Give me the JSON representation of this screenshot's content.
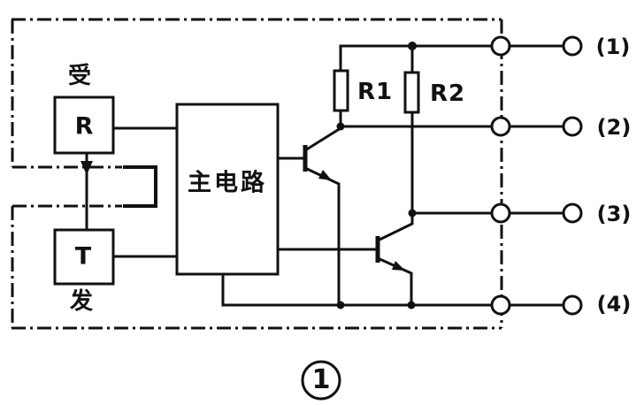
{
  "figure": {
    "caption_number": "1",
    "package": {
      "receive_label": "受",
      "transmit_label": "发",
      "receiver_box_label": "R",
      "transmitter_box_label": "T",
      "main_circuit_label": "主电路",
      "resistor_labels": [
        "R1",
        "R2"
      ]
    },
    "pins": [
      {
        "label": "(1)"
      },
      {
        "label": "(2)"
      },
      {
        "label": "(3)"
      },
      {
        "label": "(4)"
      }
    ],
    "colors": {
      "ink": "#111111",
      "background": "#ffffff"
    }
  }
}
